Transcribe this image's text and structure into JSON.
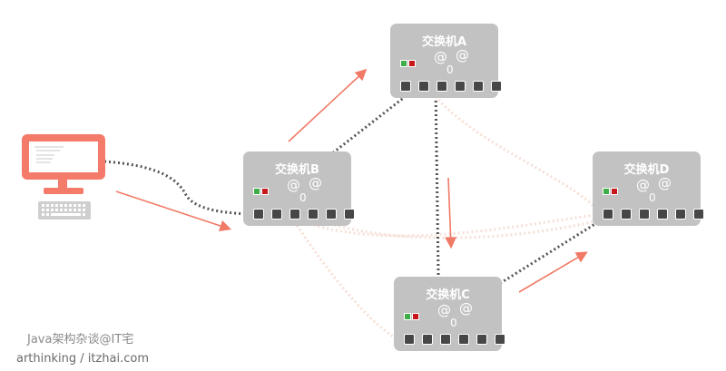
{
  "switches": {
    "a": {
      "label": "交换机A"
    },
    "b": {
      "label": "交换机B"
    },
    "c": {
      "label": "交换机C"
    },
    "d": {
      "label": "交换机D"
    }
  },
  "watermark": {
    "line1": "Java架构杂谈@IT宅",
    "line2": "arthinking / itzhai.com"
  },
  "colors": {
    "switch_body": "#c2c2c2",
    "arrow": "#f07a66",
    "computer": "#f47a6a",
    "cable": "#555555",
    "broadcast": "#f6ddd4"
  }
}
